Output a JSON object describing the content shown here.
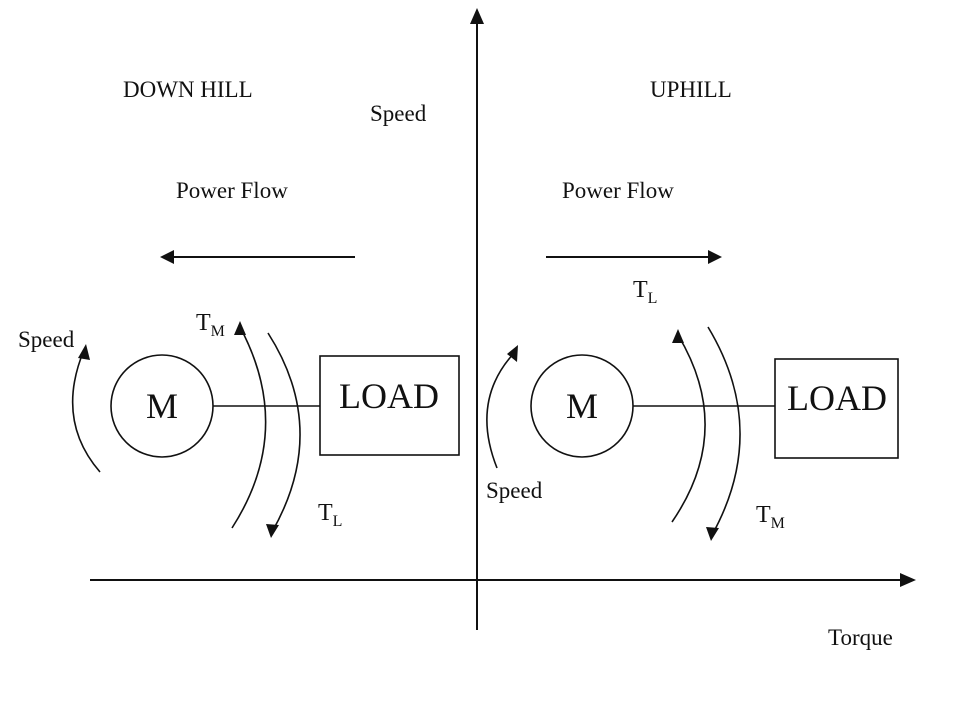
{
  "axes": {
    "vertical_label": "Speed",
    "horizontal_label": "Torque"
  },
  "left_quadrant": {
    "title": "DOWN HILL",
    "power_flow_label": "Power Flow",
    "power_flow_direction": "left",
    "motor_label": "M",
    "load_label": "LOAD",
    "speed_label": "Speed",
    "torque_upper": {
      "symbol": "T",
      "subscript": "M"
    },
    "torque_lower": {
      "symbol": "T",
      "subscript": "L"
    }
  },
  "right_quadrant": {
    "title": "UPHILL",
    "power_flow_label": "Power Flow",
    "power_flow_direction": "right",
    "motor_label": "M",
    "load_label": "LOAD",
    "speed_label": "Speed",
    "torque_upper": {
      "symbol": "T",
      "subscript": "L"
    },
    "torque_lower": {
      "symbol": "T",
      "subscript": "M"
    }
  }
}
